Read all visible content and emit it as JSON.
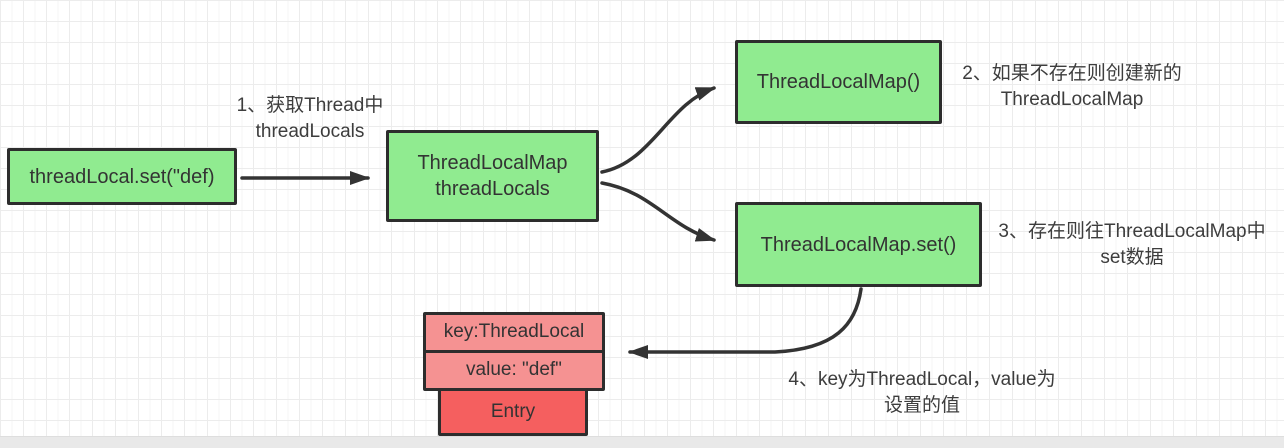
{
  "diagram": {
    "title": "ThreadLocal set() flow",
    "nodes": {
      "start": {
        "label": "threadLocal.set(\"def)"
      },
      "thread_locals": {
        "line1": "ThreadLocalMap",
        "line2": "threadLocals"
      },
      "constructor": {
        "label": "ThreadLocalMap()"
      },
      "set": {
        "label": "ThreadLocalMap.set()"
      },
      "entry": {
        "key": "key:ThreadLocal",
        "value": "value: \"def\"",
        "title": "Entry"
      }
    },
    "annotations": {
      "step1": {
        "line1": "1、获取Thread中",
        "line2": "threadLocals"
      },
      "step2": {
        "line1": "2、如果不存在则创建新的",
        "line2": "ThreadLocalMap"
      },
      "step3": {
        "line1": "3、存在则往ThreadLocalMap中",
        "line2": "set数据"
      },
      "step4": {
        "line1": "4、key为ThreadLocal，value为",
        "line2": "设置的值"
      }
    },
    "colors": {
      "node_green": "#90eb90",
      "entry_pink": "#f59292",
      "entry_red": "#f55f5f",
      "node_border": "#2d2d2d",
      "arrow": "#333333",
      "text": "#333333",
      "grid_line": "#ececec",
      "bottom_bar": "#e9e9e9"
    }
  }
}
